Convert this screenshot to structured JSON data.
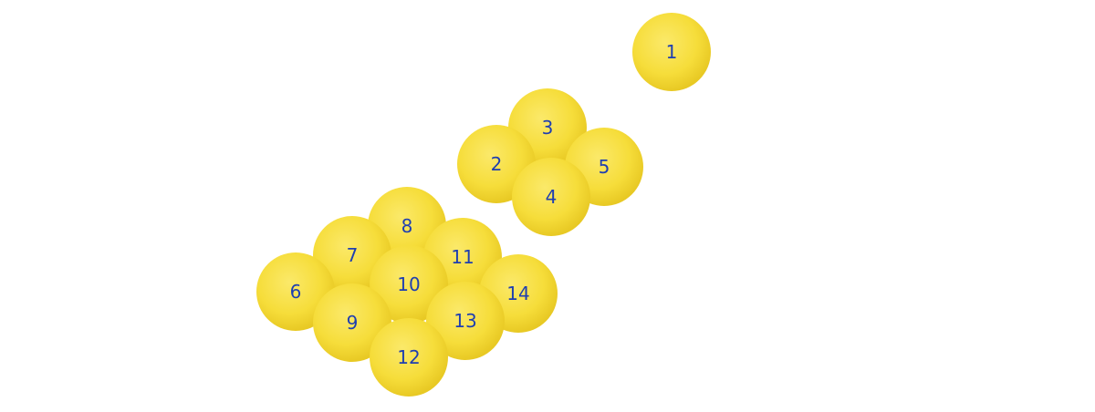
{
  "colors": {
    "background": "#ffffff",
    "ball_fill": "#f6dd3a",
    "ball_highlight": "#fbe96a",
    "ball_shadow": "#e8c924",
    "number_ink": "#1f3fb0"
  },
  "balls": [
    {
      "label": "1"
    },
    {
      "label": "2"
    },
    {
      "label": "3"
    },
    {
      "label": "4"
    },
    {
      "label": "5"
    },
    {
      "label": "6"
    },
    {
      "label": "7"
    },
    {
      "label": "8"
    },
    {
      "label": "9"
    },
    {
      "label": "10"
    },
    {
      "label": "11"
    },
    {
      "label": "12"
    },
    {
      "label": "13"
    },
    {
      "label": "14"
    }
  ]
}
